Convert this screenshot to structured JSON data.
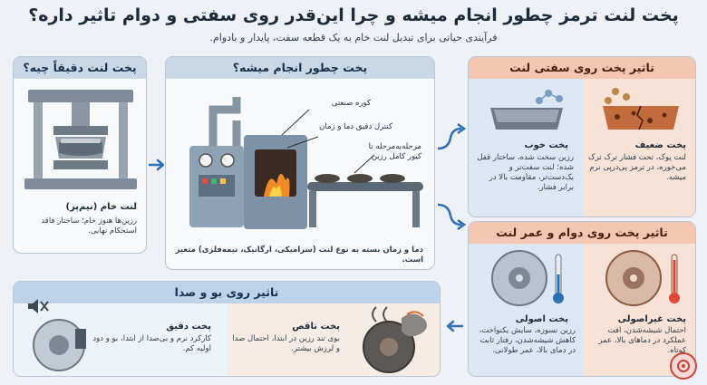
{
  "header": {
    "title": "پخت لنت ترمز چطور انجام میشه و چرا این‌قدر روی سفتی و دوام تاثیر داره؟",
    "subtitle": "فرآیندی حیاتی برای تبدیل لنت خام به یک قطعه سفت، پایدار و بادوام."
  },
  "raw_panel": {
    "title": "پخت لنت دقیقاً چیه؟",
    "item_title": "لنت خام (نیم‌پز)",
    "item_desc": "رزین‌ها هنوز خام؛ ساختار فاقد استحکام نهایی."
  },
  "process_panel": {
    "title": "پخت چطور انجام میشه؟",
    "oven_label": "کوره صنعتی",
    "control_label": "کنترل دقیق دما و زمان",
    "stage_label": "مرحله‌به‌مرحله تا کیور کامل رزین",
    "footer": "دما و زمان بسته به نوع لنت (سرامیکی، ارگانیک، نیمه‌فلزی) متغیر است."
  },
  "hardness_panel": {
    "title": "تاثیر پخت روی سفتی لنت",
    "good_title": "پخت خوب",
    "good_desc": "رزین سخت شده، ساختار قفل شده؛ لنت سفت‌تر و یک‌دست‌تر، مقاومت بالا در برابر فشار.",
    "weak_title": "پخت ضعیف",
    "weak_desc": "لنت پوک، تحت فشار ترک ترک می‌خوره، در ترمز پی‌درپی نرم میشه."
  },
  "durability_panel": {
    "title": "تاثیر پخت روی دوام و عمر لنت",
    "good_title": "پخت اصولی",
    "good_desc": "رزین نسوزه، سایش یکنواخت، کاهش شیشه‌شدن، رفتار ثابت در دمای بالا، عمر طولانی.",
    "bad_title": "پخت غیراصولی",
    "bad_desc": "احتمال شیشه‌شدن، افت عملکرد در دماهای بالا، عمر کوتاه."
  },
  "noise_panel": {
    "title": "تاثیر روی بو و صدا",
    "precise_title": "پخت دقیق",
    "precise_desc": "کارکرد نرم و بی‌صدا از ابتدا، بو و دود اولیه کم.",
    "poor_title": "پخت ناقص",
    "poor_desc": "بوی تند رزین در ابتدا، احتمال صدا و لرزش بیشتر."
  },
  "colors": {
    "accent_blue": "#2f6fb3",
    "warm": "#e9845c",
    "panel_border": "#b9c6d3"
  }
}
